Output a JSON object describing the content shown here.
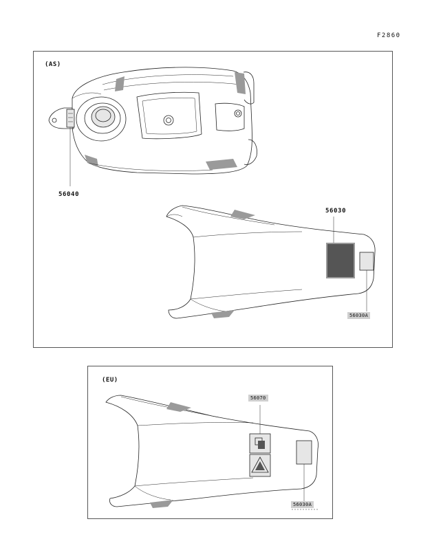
{
  "figure_code": "F2860",
  "panels": {
    "as": {
      "region_label": "(AS)",
      "parts": {
        "tank_label": "56040",
        "fender_label": "56030",
        "fender_label_a": "56030A"
      }
    },
    "eu": {
      "region_label": "(EU)",
      "parts": {
        "warning_label": "56070",
        "fender_label_a": "56030A"
      }
    }
  }
}
